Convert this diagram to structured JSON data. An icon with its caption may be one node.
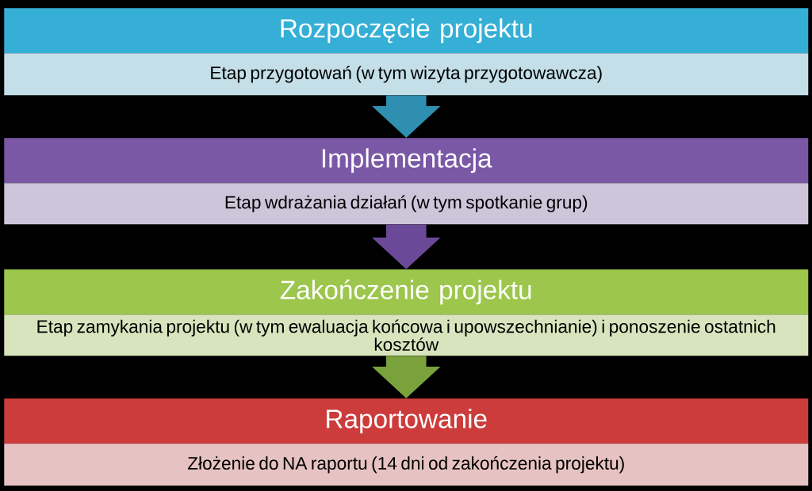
{
  "diagram": {
    "nodes": [
      {
        "text": [
          "Rozpoczęcie projektu"
        ]
      },
      {
        "text": [
          "Etap przygotowań (w tym wizyta przygotowawcza)"
        ]
      },
      {
        "text": [
          "Implementacja"
        ]
      },
      {
        "text": [
          "Etap wdrażania działań (w tym spotkanie grup)"
        ]
      },
      {
        "text": [
          "Zakończenie projektu"
        ]
      },
      {
        "text": [
          "Etap zamykania projektu (w tym ewaluacja końcowa i upowszechnianie) i ponoszenie ostatnich kosztów"
        ]
      },
      {
        "text": [
          "Raportowanie"
        ]
      },
      {
        "text": [
          "Złożenie do NA raportu (14 dni od zakończenia projektu)"
        ]
      }
    ],
    "edges": [
      {
        "from": 1,
        "to": 2,
        "arrow": "to",
        "color": "#2f8fb0"
      },
      {
        "from": 3,
        "to": 4,
        "arrow": "to",
        "color": "#6a4a98"
      },
      {
        "from": 5,
        "to": 6,
        "arrow": "to",
        "color": "#7aa23c"
      }
    ]
  }
}
